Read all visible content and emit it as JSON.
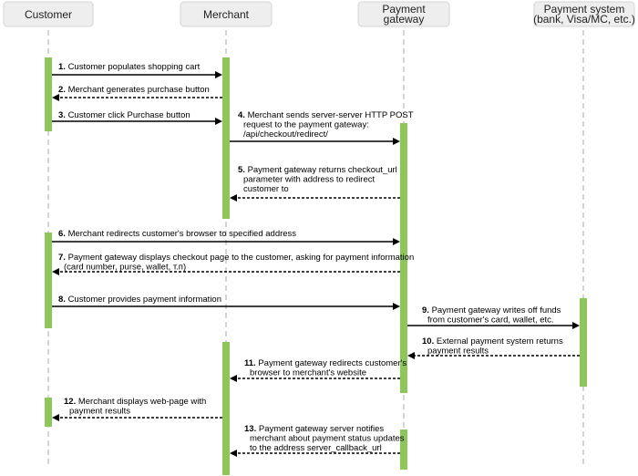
{
  "participants": [
    {
      "id": "customer",
      "lines": [
        "Customer"
      ]
    },
    {
      "id": "merchant",
      "lines": [
        "Merchant"
      ]
    },
    {
      "id": "gateway",
      "lines": [
        "Payment",
        "gateway"
      ]
    },
    {
      "id": "paysys",
      "lines": [
        "Payment system",
        "(bank, Visa/MC, etc.)"
      ]
    }
  ],
  "messages": [
    {
      "num": "1.",
      "from": "customer",
      "to": "merchant",
      "style": "solid",
      "lines": [
        "Customer populates shopping cart"
      ]
    },
    {
      "num": "2.",
      "from": "merchant",
      "to": "customer",
      "style": "dashed",
      "lines": [
        "Merchant generates purchase button"
      ]
    },
    {
      "num": "3.",
      "from": "customer",
      "to": "merchant",
      "style": "solid",
      "lines": [
        "Customer click Purchase button"
      ]
    },
    {
      "num": "4.",
      "from": "merchant",
      "to": "gateway",
      "style": "solid",
      "lines": [
        "Merchant sends server-server HTTP POST",
        "request to the payment gateway:",
        "/api/checkout/redirect/"
      ]
    },
    {
      "num": "5.",
      "from": "gateway",
      "to": "merchant",
      "style": "dashed",
      "lines": [
        "Payment gateway returns checkout_url",
        "parameter with address to redirect",
        "customer to"
      ]
    },
    {
      "num": "6.",
      "from": "customer",
      "to": "gateway",
      "style": "solid",
      "lines": [
        "Merchant redirects customer's browser to specified address"
      ]
    },
    {
      "num": "7.",
      "from": "gateway",
      "to": "customer",
      "style": "dashed",
      "lines": [
        "Payment gateway displays checkout page to the customer, asking for payment information",
        "(card number, purse, wallet, т.п)"
      ]
    },
    {
      "num": "8.",
      "from": "customer",
      "to": "gateway",
      "style": "solid",
      "lines": [
        "Customer provides payment information"
      ]
    },
    {
      "num": "9.",
      "from": "gateway",
      "to": "paysys",
      "style": "solid",
      "lines": [
        "Payment gateway writes off funds",
        "from customer's card, wallet, etc."
      ]
    },
    {
      "num": "10.",
      "from": "paysys",
      "to": "gateway",
      "style": "dashed",
      "lines": [
        "External payment system returns",
        "payment results"
      ]
    },
    {
      "num": "11.",
      "from": "gateway",
      "to": "merchant",
      "style": "dashed",
      "lines": [
        "Payment gateway redirects customer's",
        "browser to merchant's website"
      ]
    },
    {
      "num": "12.",
      "from": "merchant",
      "to": "customer",
      "style": "dashed",
      "lines": [
        "Merchant displays web-page with",
        "payment results"
      ]
    },
    {
      "num": "13.",
      "from": "gateway",
      "to": "merchant",
      "style": "dashed",
      "lines": [
        "Payment gateway server notifies",
        "merchant about payment status updates",
        "to the address server_callback_url"
      ]
    }
  ],
  "colors": {
    "activation": "#8dc759",
    "actor_box": "#eeeeee",
    "arrow": "#000000",
    "lifeline": "#b9b9b9"
  }
}
